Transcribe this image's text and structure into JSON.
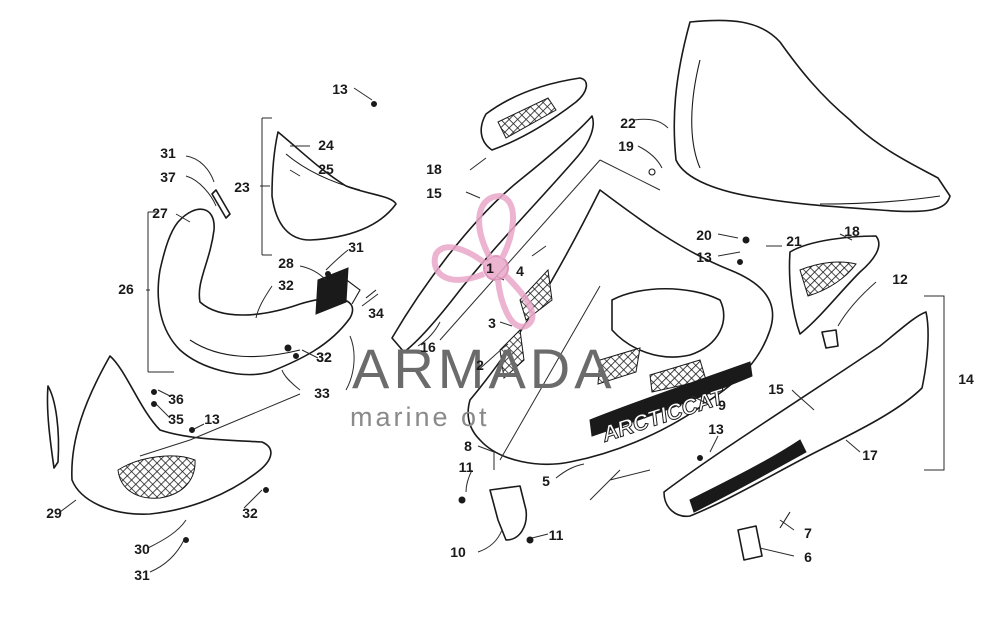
{
  "watermark": {
    "brand": "ARMADA",
    "tagline": "marine ot"
  },
  "decal_text": "ARCTICCAT",
  "callouts": [
    "1",
    "2",
    "3",
    "4",
    "5",
    "6",
    "7",
    "8",
    "9",
    "10",
    "11",
    "11",
    "12",
    "13",
    "13",
    "13",
    "13",
    "14",
    "15",
    "15",
    "16",
    "17",
    "18",
    "18",
    "19",
    "20",
    "21",
    "22",
    "23",
    "24",
    "25",
    "26",
    "27",
    "28",
    "29",
    "30",
    "31",
    "31",
    "31",
    "32",
    "32",
    "32",
    "32",
    "33",
    "34",
    "35",
    "36",
    "37"
  ],
  "colors": {
    "line": "#1a1a1a",
    "watermark_text": "#6b6b6b",
    "logo_pink": "#e9a8c8"
  },
  "icons": [
    "armada-propeller-logo"
  ]
}
